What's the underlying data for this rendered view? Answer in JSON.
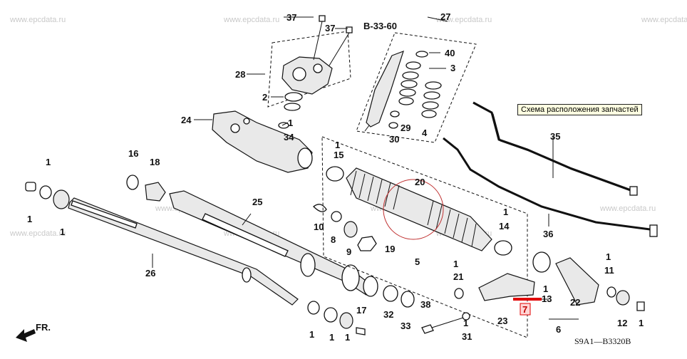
{
  "watermarks": [
    "www.epcdata.ru",
    "www.epcdata.ru",
    "www.epcdata.ru",
    "www.epcdata.ru",
    "www.epcdata.ru",
    "www.epcdata.ru",
    "www.epcdata.ru",
    "www.epcdata.ru",
    "www.epcdata.ru",
    "www.epcdata.ru"
  ],
  "tooltip": "Схема расположения запчастей",
  "reference": "B-33-60",
  "diagram_code": "S9A1—B3320B",
  "front_label": "FR.",
  "highlight_color": "#e00000",
  "callouts": {
    "c1a": "1",
    "c1b": "1",
    "c1c": "1",
    "c1d": "1",
    "c1e": "1",
    "c1f": "1",
    "c1g": "1",
    "c1h": "1",
    "c1i": "1",
    "c1j": "1",
    "c1k": "1",
    "c1l": "1",
    "c2": "2",
    "c3": "3",
    "c4": "4",
    "c5": "5",
    "c6": "6",
    "c7": "7",
    "c8": "8",
    "c9": "9",
    "c10": "10",
    "c11": "11",
    "c12": "12",
    "c13": "13",
    "c14": "14",
    "c15": "15",
    "c16": "16",
    "c17": "17",
    "c18": "18",
    "c19": "19",
    "c20": "20",
    "c21": "21",
    "c22": "22",
    "c23": "23",
    "c24": "24",
    "c25": "25",
    "c26": "26",
    "c27": "27",
    "c28": "28",
    "c29": "29",
    "c30": "30",
    "c31": "31",
    "c32": "32",
    "c33": "33",
    "c34": "34",
    "c35": "35",
    "c36": "36",
    "c37a": "37",
    "c37b": "37",
    "c38": "38",
    "c40": "40"
  }
}
